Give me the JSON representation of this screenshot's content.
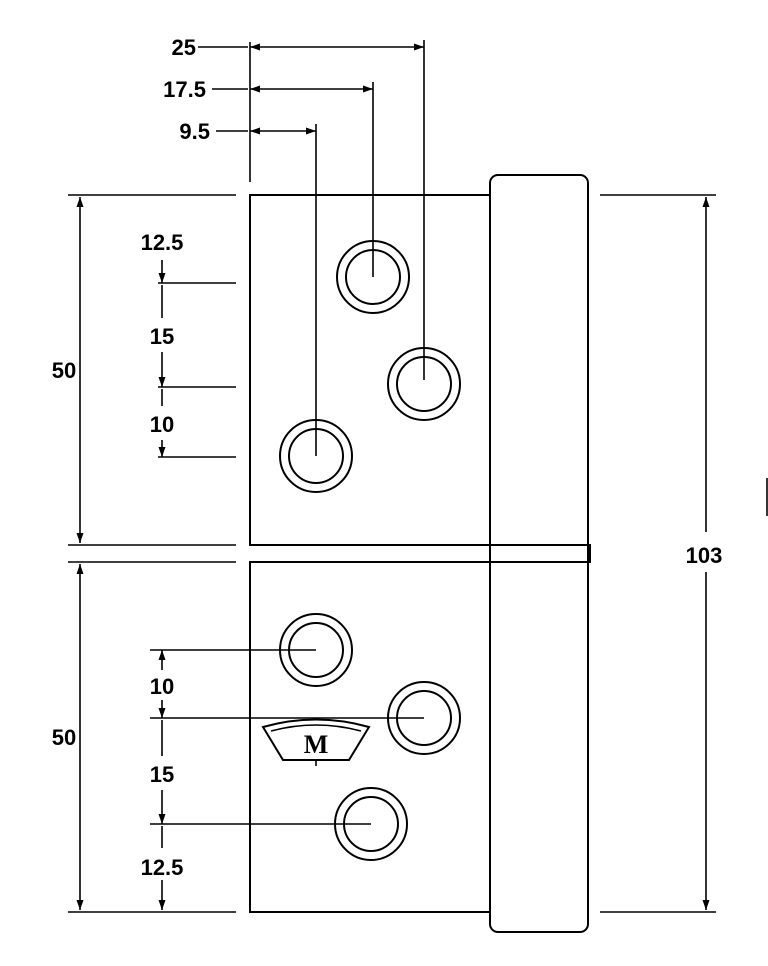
{
  "diagram": {
    "top_horizontal_dims": [
      "25",
      "17.5",
      "9.5"
    ],
    "upper_leaf_vertical_dims": [
      "12.5",
      "15",
      "10"
    ],
    "lower_leaf_vertical_dims": [
      "10",
      "15",
      "12.5"
    ],
    "leaf_height_upper": "50",
    "leaf_height_lower": "50",
    "overall_height": "103",
    "logo_letter": "M",
    "colors": {
      "line": "#000000",
      "background": "#ffffff"
    }
  }
}
